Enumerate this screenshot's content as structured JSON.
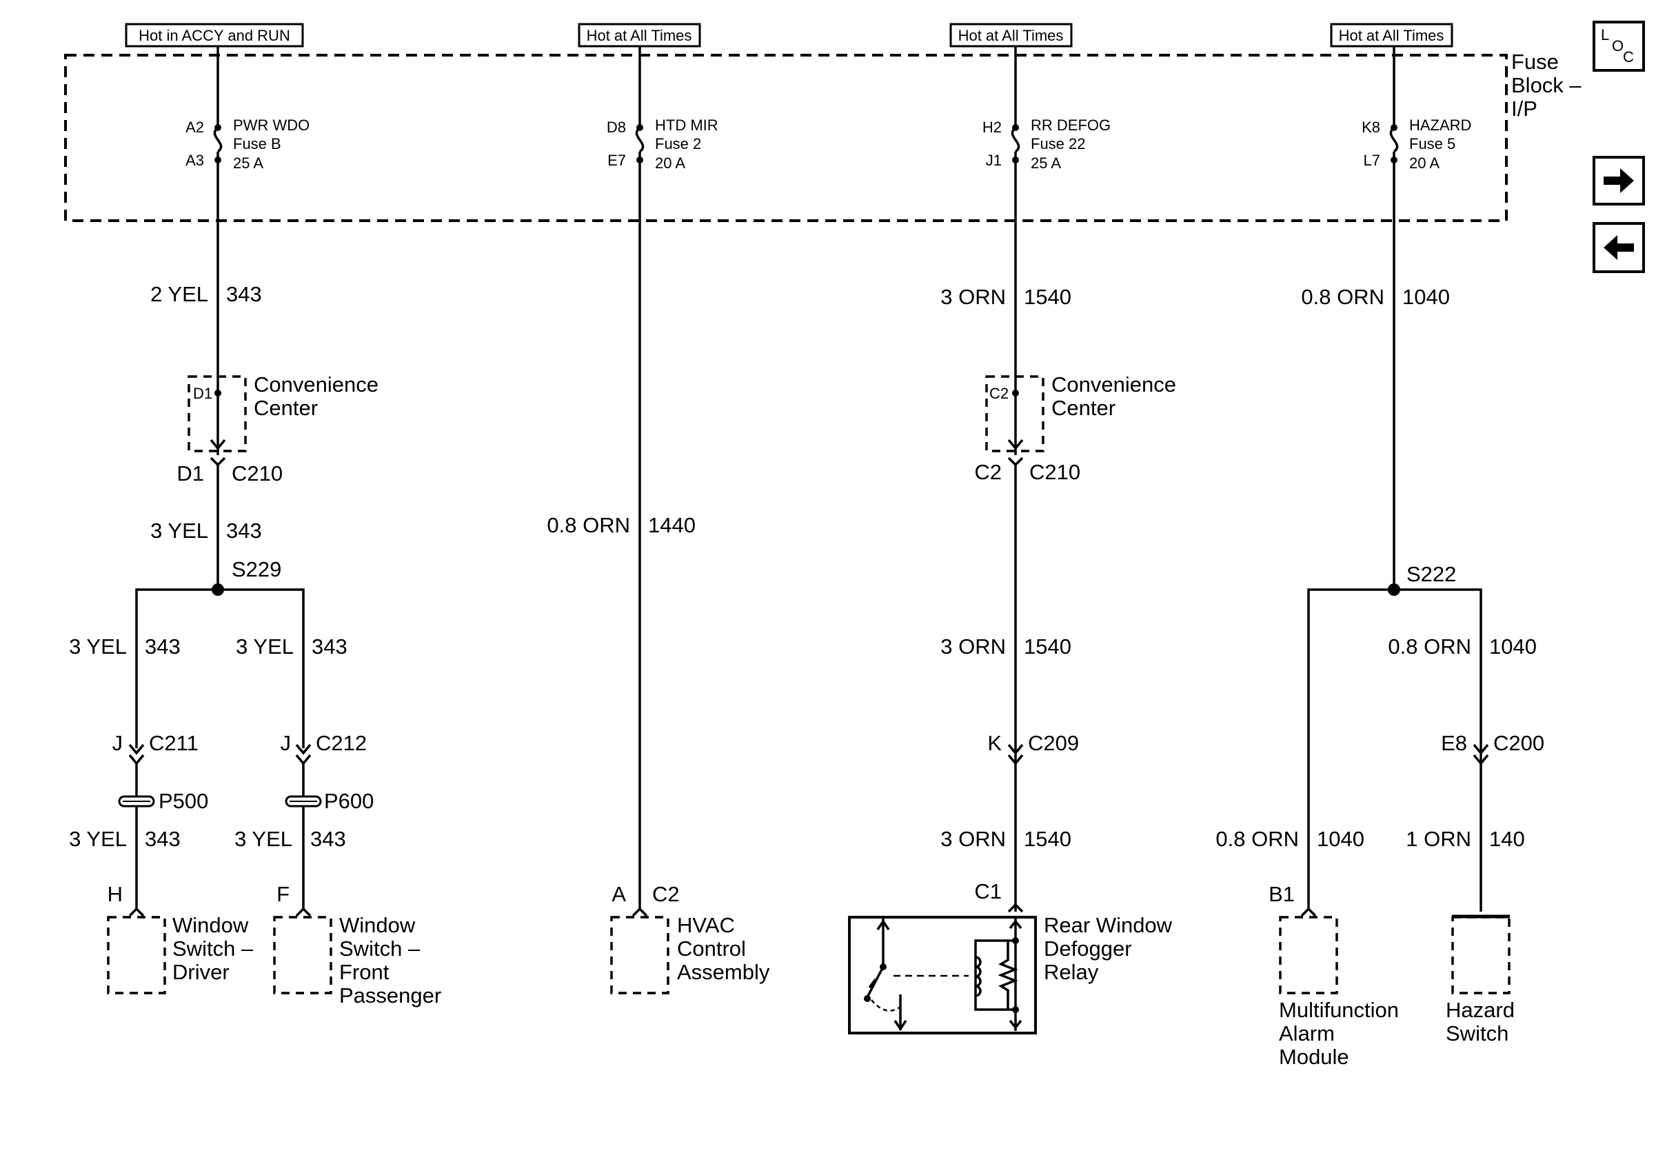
{
  "headers": [
    "Hot in ACCY and RUN",
    "Hot at All Times",
    "Hot at All Times",
    "Hot at All Times"
  ],
  "fuse_block_label": [
    "Fuse",
    "Block –",
    "I/P"
  ],
  "fuses": [
    {
      "pin_top": "A2",
      "pin_bottom": "A3",
      "name": "PWR WDO",
      "fuse": "Fuse B",
      "rating": "25 A"
    },
    {
      "pin_top": "D8",
      "pin_bottom": "E7",
      "name": "HTD MIR",
      "fuse": "Fuse 2",
      "rating": "20 A"
    },
    {
      "pin_top": "H2",
      "pin_bottom": "J1",
      "name": "RR DEFOG",
      "fuse": "Fuse 22",
      "rating": "25 A"
    },
    {
      "pin_top": "K8",
      "pin_bottom": "L7",
      "name": "HAZARD",
      "fuse": "Fuse 5",
      "rating": "20 A"
    }
  ],
  "circuit1": {
    "wire_a": {
      "color": "2 YEL",
      "num": "343"
    },
    "conv_pin": "D1",
    "conv_label": [
      "Convenience",
      "Center"
    ],
    "conn_pin": "D1",
    "conn": "C210",
    "wire_b": {
      "color": "3 YEL",
      "num": "343"
    },
    "splice": "S229",
    "left": {
      "wire": {
        "color": "3 YEL",
        "num": "343"
      },
      "conn_pin": "J",
      "conn": "C211",
      "jumper": "P500",
      "wire2": {
        "color": "3 YEL",
        "num": "343"
      },
      "comp_pin": "H",
      "comp_label": [
        "Window",
        "Switch –",
        "Driver"
      ]
    },
    "right": {
      "wire": {
        "color": "3 YEL",
        "num": "343"
      },
      "conn_pin": "J",
      "conn": "C212",
      "jumper": "P600",
      "wire2": {
        "color": "3 YEL",
        "num": "343"
      },
      "comp_pin": "F",
      "comp_label": [
        "Window",
        "Switch –",
        "Front",
        "Passenger"
      ]
    }
  },
  "circuit2": {
    "wire": {
      "color": "0.8 ORN",
      "num": "1440"
    },
    "comp_pin": "A",
    "comp_conn": "C2",
    "comp_label": [
      "HVAC",
      "Control",
      "Assembly"
    ]
  },
  "circuit3": {
    "wire_a": {
      "color": "3 ORN",
      "num": "1540"
    },
    "conv_pin": "C2",
    "conv_label": [
      "Convenience",
      "Center"
    ],
    "conn_pin": "C2",
    "conn": "C210",
    "wire_b": {
      "color": "3 ORN",
      "num": "1540"
    },
    "conn2_pin": "K",
    "conn2": "C209",
    "wire_c": {
      "color": "3 ORN",
      "num": "1540"
    },
    "comp_pin": "C1",
    "comp_label": [
      "Rear Window",
      "Defogger",
      "Relay"
    ]
  },
  "circuit4": {
    "wire_a": {
      "color": "0.8 ORN",
      "num": "1040"
    },
    "splice": "S222",
    "right_wire": {
      "color": "0.8 ORN",
      "num": "1040"
    },
    "conn_pin": "E8",
    "conn": "C200",
    "left_wire": {
      "color": "0.8 ORN",
      "num": "1040"
    },
    "hazard_wire": {
      "color": "1 ORN",
      "num": "140"
    },
    "alarm_pin": "B1",
    "alarm_label": [
      "Multifunction",
      "Alarm",
      "Module"
    ],
    "hazard_label": [
      "Hazard",
      "Switch"
    ]
  },
  "nav": {
    "loc_top": "L",
    "loc_o": "O",
    "loc_c": "C",
    "forward_icon": "arrow-right-icon",
    "back_icon": "arrow-left-icon"
  }
}
